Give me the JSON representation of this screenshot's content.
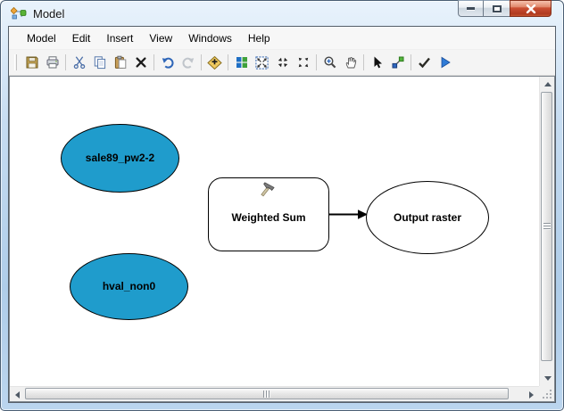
{
  "window": {
    "title": "Model",
    "caption_buttons": {
      "minimize": "minimize",
      "maximize": "maximize",
      "close": "close"
    }
  },
  "menu": {
    "items": [
      "Model",
      "Edit",
      "Insert",
      "View",
      "Windows",
      "Help"
    ]
  },
  "toolbar": {
    "buttons": [
      "save",
      "print",
      "cut",
      "copy",
      "paste",
      "delete",
      "undo",
      "redo",
      "add-data",
      "auto-layout",
      "fit-to-window",
      "fixed-zoom-in",
      "fixed-zoom-out",
      "zoom-in",
      "pan",
      "select",
      "connect",
      "validate",
      "run"
    ]
  },
  "canvas": {
    "nodes": [
      {
        "id": "var-sale89",
        "type": "input-data-variable",
        "shape": "ellipse",
        "label": "sale89_pw2-2",
        "fill": "#1F9CCC"
      },
      {
        "id": "var-hval",
        "type": "input-data-variable",
        "shape": "ellipse",
        "label": "hval_non0",
        "fill": "#1F9CCC"
      },
      {
        "id": "tool-weighted-sum",
        "type": "tool",
        "shape": "rounded-rect",
        "label": "Weighted Sum",
        "fill": "#FFFFFF"
      },
      {
        "id": "var-output",
        "type": "output-data-variable",
        "shape": "ellipse",
        "label": "Output raster",
        "fill": "#FFFFFF"
      }
    ],
    "connections": [
      {
        "from": "tool-weighted-sum",
        "to": "var-output"
      }
    ]
  },
  "colors": {
    "input_variable_fill": "#1F9CCC",
    "close_button": "#C24A2E",
    "accent_blue": "#2E66B8",
    "accent_green": "#3FA13B",
    "add_data_gold": "#EFC95F"
  }
}
